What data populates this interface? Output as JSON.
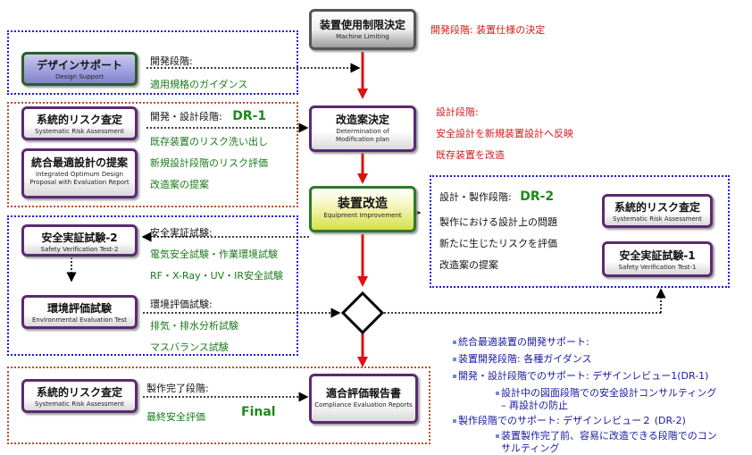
{
  "top": {
    "machine_limiting": {
      "jp": "装置使用制限決定",
      "en": "Machine Limiting"
    },
    "dev_phase": "開発段階: 装置仕様の決定"
  },
  "design_support": {
    "box": {
      "jp": "デザインサポート",
      "en": "Design Support"
    },
    "label": "開発段階:",
    "note": "適用規格のガイダンス"
  },
  "design_phase": {
    "risk_box": {
      "jp": "系統的リスク査定",
      "en": "Systematic Risk Assessment"
    },
    "opt_box": {
      "jp": "統合最適設計の提案",
      "en1": "Integrated Optimum Design",
      "en2": "Proposal with Evaluation Report"
    },
    "label": "開発・設計段階:",
    "dr": "DR-1",
    "items": [
      "既存装置のリスク洗い出し",
      "新規設計段階のリスク評価",
      "改造案の提案"
    ]
  },
  "modification": {
    "box": {
      "jp": "改造案決定",
      "en1": "Determination of",
      "en2": "Modification plan"
    },
    "notes": [
      "設計段階:",
      "安全設計を新規装置設計へ反映",
      "既存装置を改造"
    ]
  },
  "improvement": {
    "box": {
      "jp": "装置改造",
      "en": "Equipment Improvement"
    }
  },
  "mfg_phase": {
    "label": "設計・製作段階:",
    "dr": "DR-2",
    "items": [
      "製作における設計上の問題",
      "新たに生じたリスクを評価",
      "改造案の提案"
    ],
    "risk_box": {
      "jp": "系統的リスク査定",
      "en": "Systematic Risk Assessment"
    },
    "svt1_box": {
      "jp": "安全実証試験-1",
      "en": "Safety Verification Test-1"
    }
  },
  "tests": {
    "svt2_box": {
      "jp": "安全実証試験-2",
      "en": "Safety Verification Test-2"
    },
    "svt2_label": "安全実証試験:",
    "svt2_items": [
      "電気安全試験・作業環境試験",
      "RF・X-Ray・UV・IR安全試験"
    ],
    "env_box": {
      "jp": "環境評価試験",
      "en": "Environmental Evaluation Test"
    },
    "env_label": "環境評価試験:",
    "env_items": [
      "排気・排水分析試験",
      "マスバランス試験"
    ]
  },
  "final": {
    "risk_box": {
      "jp": "系統的リスク査定",
      "en": "Systematic Risk Assessment"
    },
    "label": "製作完了段階:",
    "item": "最終安全評価",
    "tag": "Final",
    "report_box": {
      "jp": "適合評価報告書",
      "en": "Compliance Evaluation Reports"
    }
  },
  "summary": [
    "統合最適装置の開発サポート:",
    "装置開発段階: 各種ガイダンス",
    "開発・設計段階でのサポート: デザインレビュー1(DR-1)",
    "設計中の図面段階での安全設計コンサルティング",
    "– 再設計の防止",
    "製作段階でのサポート: デザインレビュー２ (DR-2)",
    "装置製作完了前、容易に改造できる段階でのコン",
    "サルティング"
  ],
  "colors": {
    "purple_border": "#5b2a72",
    "blue_dotted": "#1a1ae0",
    "brown_dotted": "#b5502a",
    "red_arrow": "#e01010",
    "green_text": "#1a7a1a"
  }
}
